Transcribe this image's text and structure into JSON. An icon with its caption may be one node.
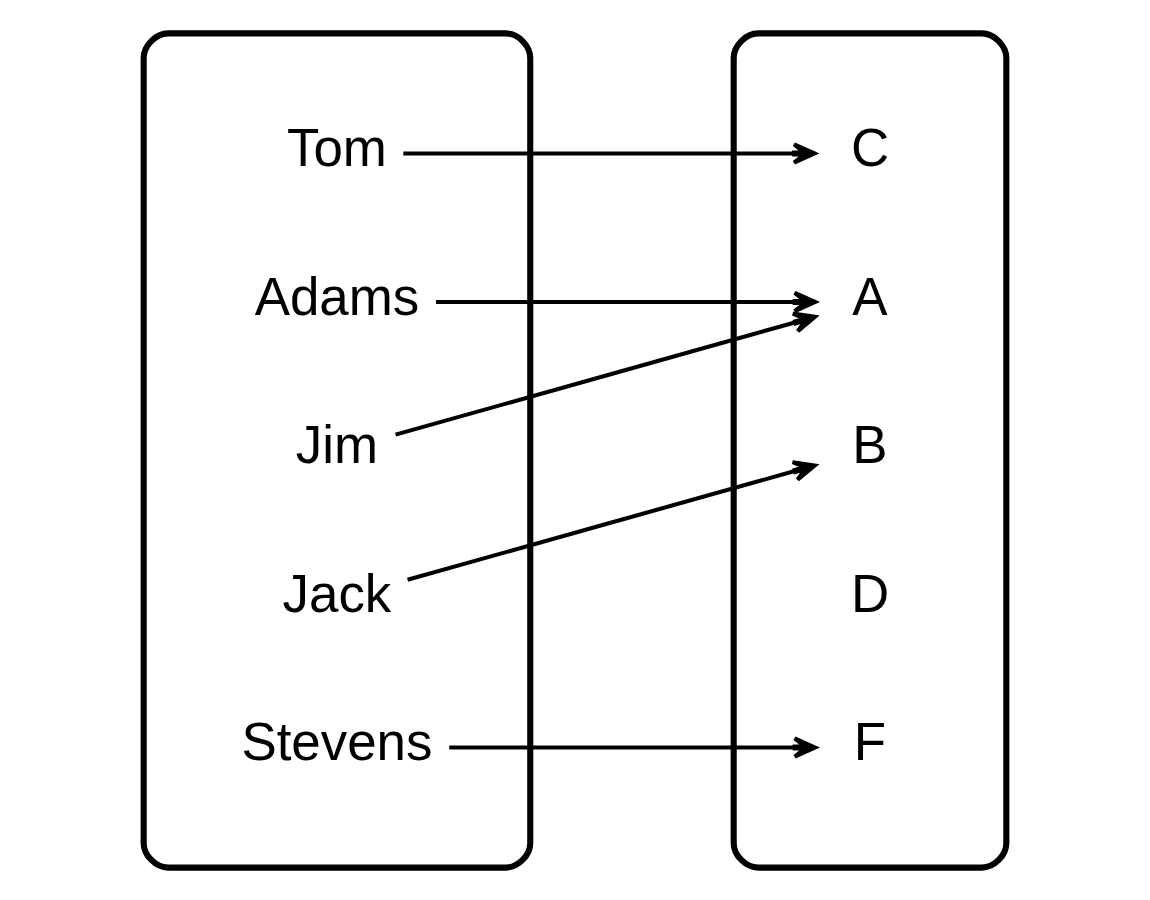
{
  "diagram": {
    "nodes": [
      {
        "text": [],
        "shape": "ellipse"
      },
      {
        "text": [
          "Adams"
        ],
        "in": 0
      },
      {
        "text": [
          "Tom"
        ],
        "in": 0
      },
      {
        "text": [
          "Jim"
        ],
        "in": 0
      },
      {
        "text": [
          "Jack"
        ],
        "in": 0
      },
      {
        "text": [
          "Stevens"
        ],
        "in": 0
      },
      {
        "text": [],
        "shape": "ellipse"
      },
      {
        "text": [
          "A"
        ],
        "in": 6
      },
      {
        "text": [
          "B"
        ],
        "in": 6
      },
      {
        "text": [
          "C"
        ],
        "in": 6
      },
      {
        "text": [
          "D"
        ],
        "in": 6
      },
      {
        "text": [
          "F"
        ],
        "in": 6
      }
    ],
    "edges": [
      {
        "from": 1,
        "to": 7,
        "arrow": "to"
      },
      {
        "from": 2,
        "to": 9,
        "arrow": "to"
      },
      {
        "from": 3,
        "to": 7,
        "arrow": "to"
      },
      {
        "from": 4,
        "to": 8,
        "arrow": "to"
      },
      {
        "from": 5,
        "to": 11,
        "arrow": "to"
      }
    ]
  }
}
